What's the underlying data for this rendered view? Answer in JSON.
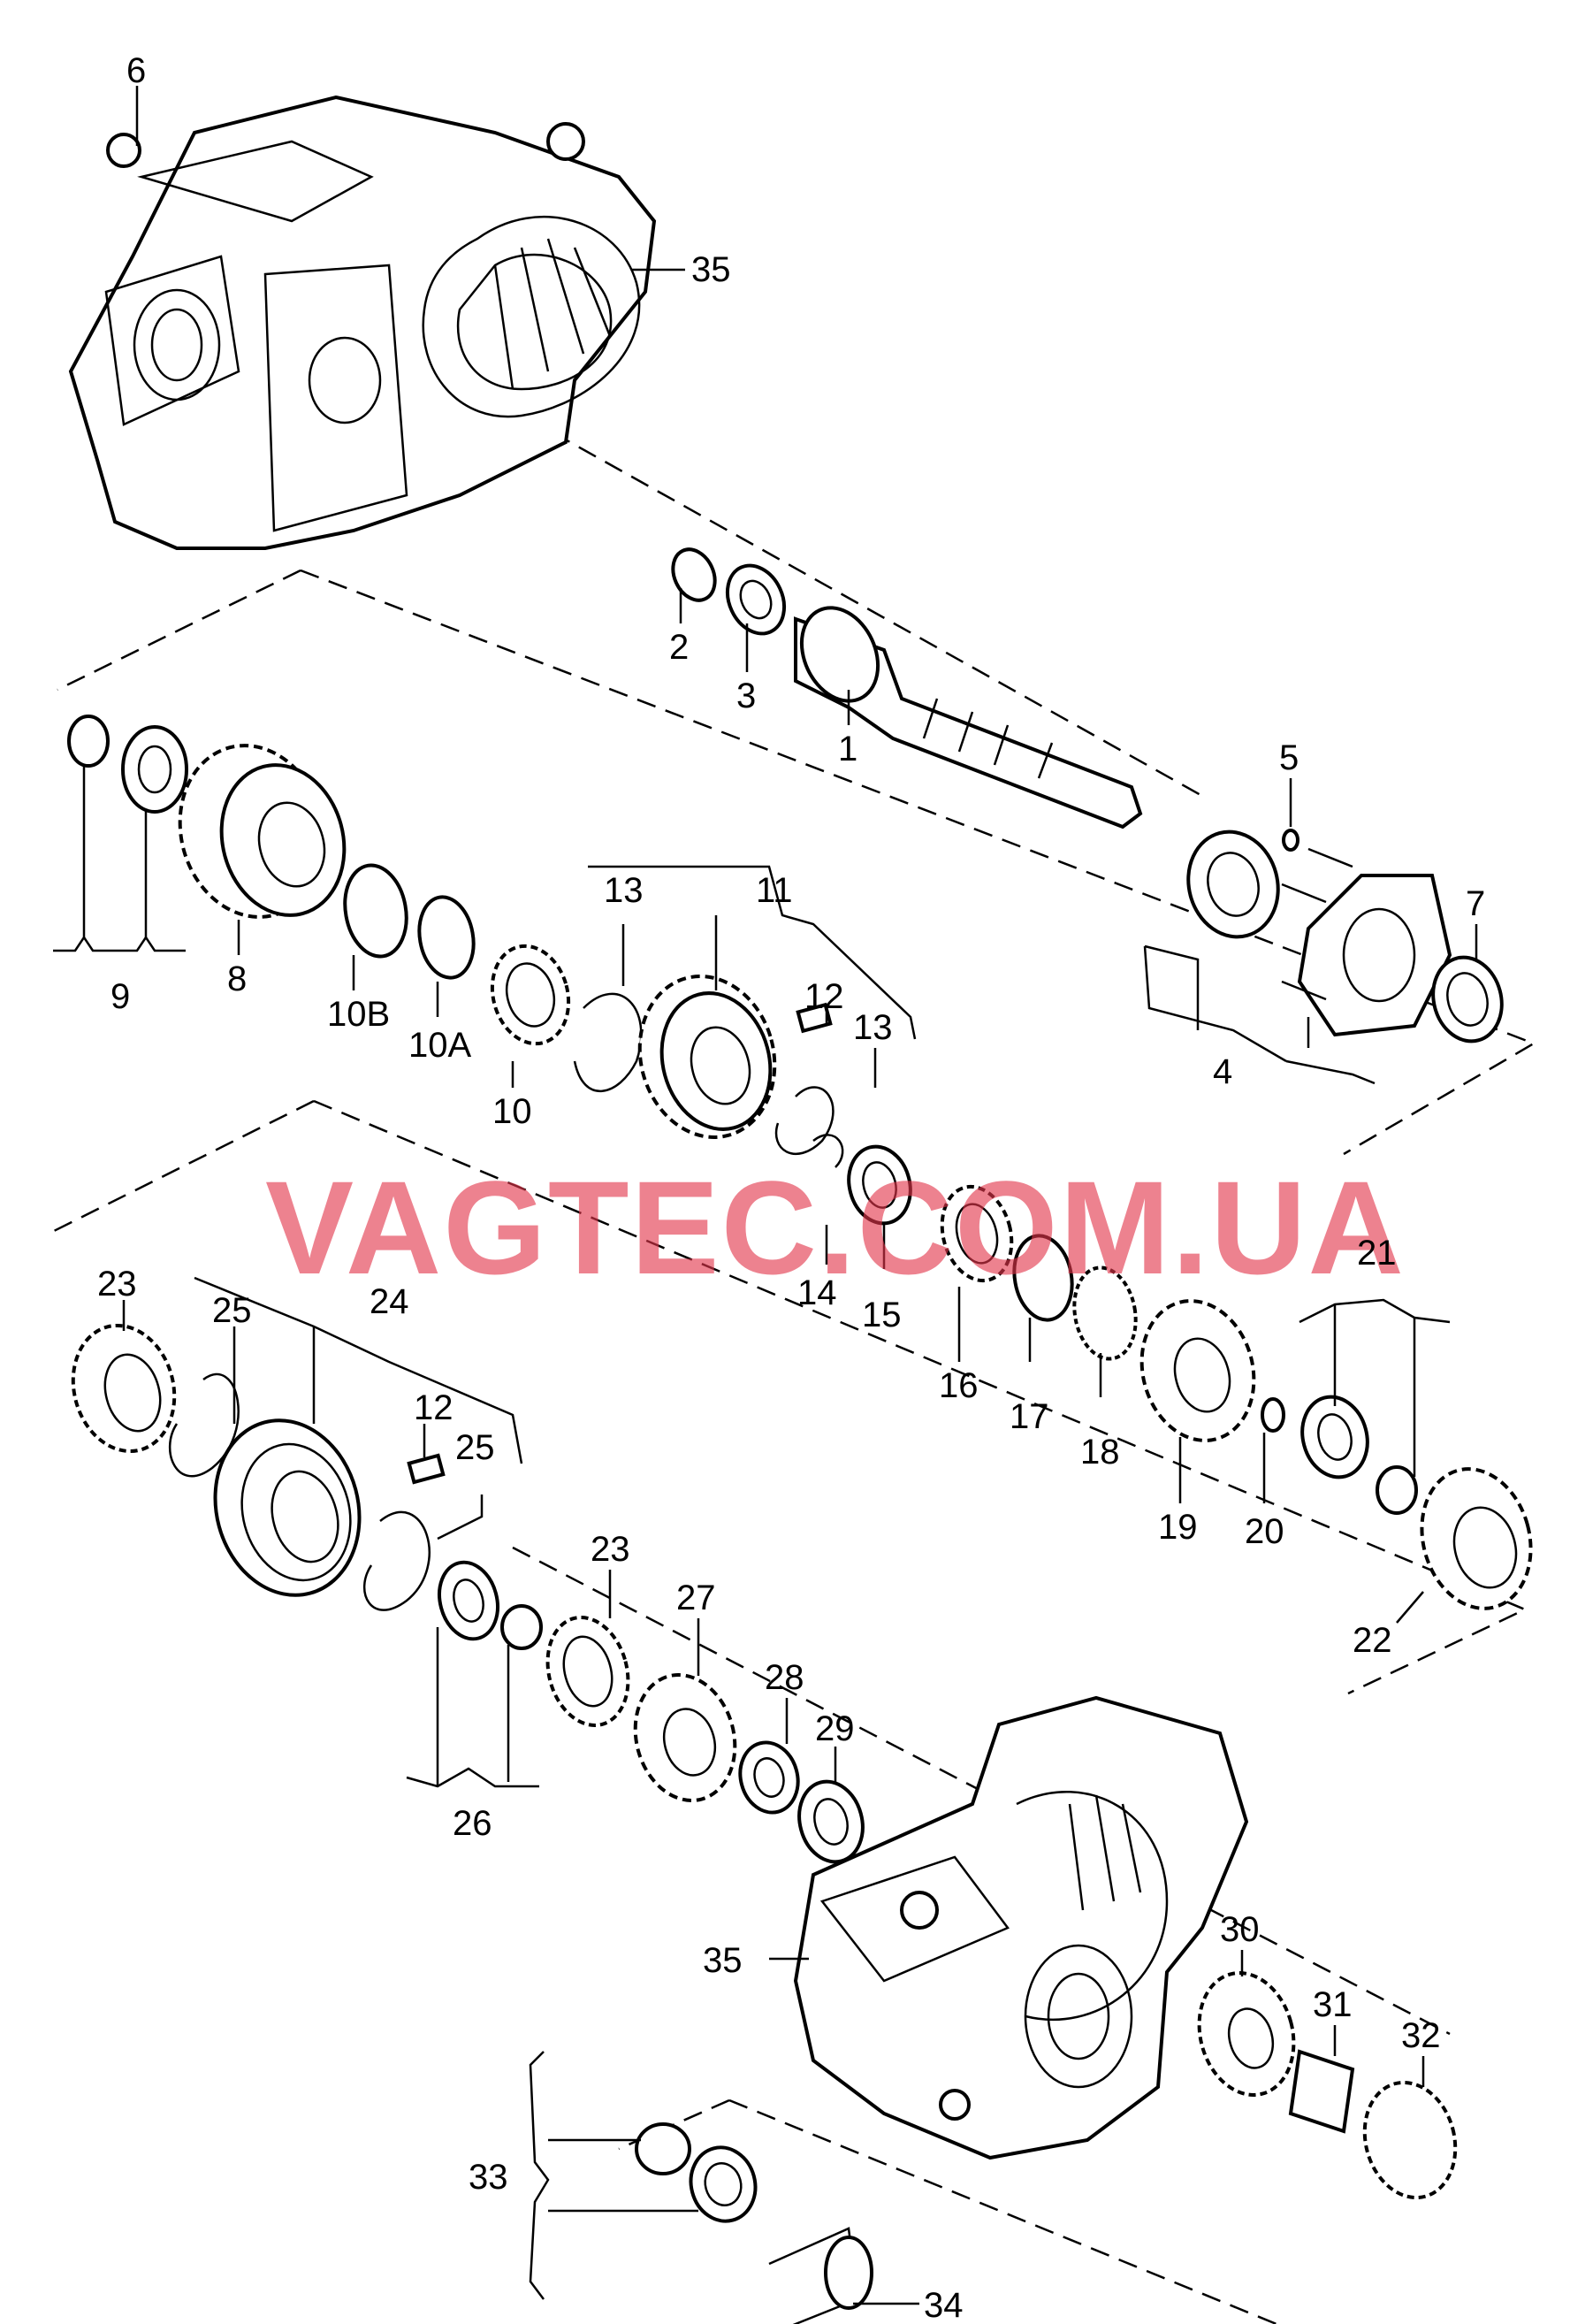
{
  "watermark": "VAGTEC.COM.UA",
  "callouts": {
    "c1": "1",
    "c2": "2",
    "c3": "3",
    "c4": "4",
    "c5": "5",
    "c6": "6",
    "c7": "7",
    "c8": "8",
    "c9": "9",
    "c10": "10",
    "c10a": "10A",
    "c10b": "10B",
    "c11": "11",
    "c12a": "12",
    "c12b": "12",
    "c13a": "13",
    "c13b": "13",
    "c14": "14",
    "c15": "15",
    "c16": "16",
    "c17": "17",
    "c18": "18",
    "c19": "19",
    "c20": "20",
    "c21": "21",
    "c22": "22",
    "c23a": "23",
    "c23b": "23",
    "c24": "24",
    "c25a": "25",
    "c25b": "25",
    "c26": "26",
    "c27": "27",
    "c28": "28",
    "c29": "29",
    "c30": "30",
    "c31": "31",
    "c32": "32",
    "c33": "33",
    "c34": "34",
    "c35a": "35",
    "c35b": "35"
  }
}
